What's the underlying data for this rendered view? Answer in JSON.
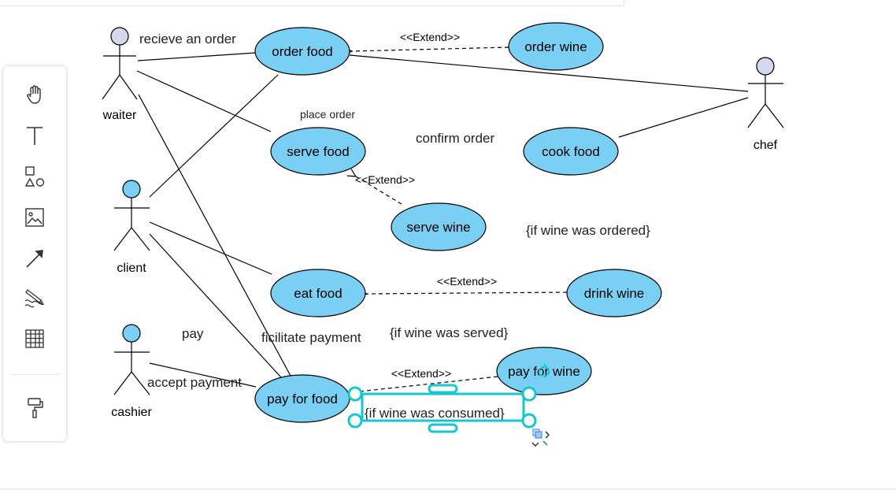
{
  "toolbar": {
    "tools": [
      {
        "name": "hand-tool",
        "icon": "hand-icon"
      },
      {
        "name": "text-tool",
        "icon": "text-icon"
      },
      {
        "name": "shapes-tool",
        "icon": "shapes-icon"
      },
      {
        "name": "image-tool",
        "icon": "image-icon"
      },
      {
        "name": "arrow-tool",
        "icon": "arrow-icon"
      },
      {
        "name": "pen-tool",
        "icon": "pen-icon"
      },
      {
        "name": "table-tool",
        "icon": "table-icon"
      },
      {
        "name": "format-painter-tool",
        "icon": "paint-roller-icon"
      }
    ]
  },
  "diagram": {
    "actors": {
      "waiter": "waiter",
      "chef": "chef",
      "client": "client",
      "cashier": "cashier"
    },
    "use_cases": {
      "order_food": "order food",
      "order_wine": "order wine",
      "serve_food": "serve food",
      "cook_food": "cook food",
      "serve_wine": "serve wine",
      "eat_food": "eat food",
      "drink_wine": "drink wine",
      "pay_for_food": "pay for food",
      "pay_for_wine": "pay for wine"
    },
    "stereotypes": {
      "extend_1": "<<Extend>>",
      "extend_2": "<<Extend>>",
      "extend_3": "<<Extend>>",
      "extend_4": "<<Extend>>"
    },
    "notes": {
      "recieve_an_order": "recieve an order",
      "place_order": "place order",
      "confirm_order": "confirm order",
      "if_wine_ordered": "{if wine was ordered}",
      "pay": "pay",
      "ficilitate_payment": "ficilitate payment",
      "if_wine_served": "{if wine was served}",
      "accept_payment": "accept payment",
      "if_wine_consumed": "{if wine was consumed}"
    },
    "colors": {
      "use_case_fill": "#7acff5",
      "actor_head_light": "#d5d9f0",
      "actor_head_blue": "#7acff5",
      "selection": "#16c6d1"
    }
  }
}
